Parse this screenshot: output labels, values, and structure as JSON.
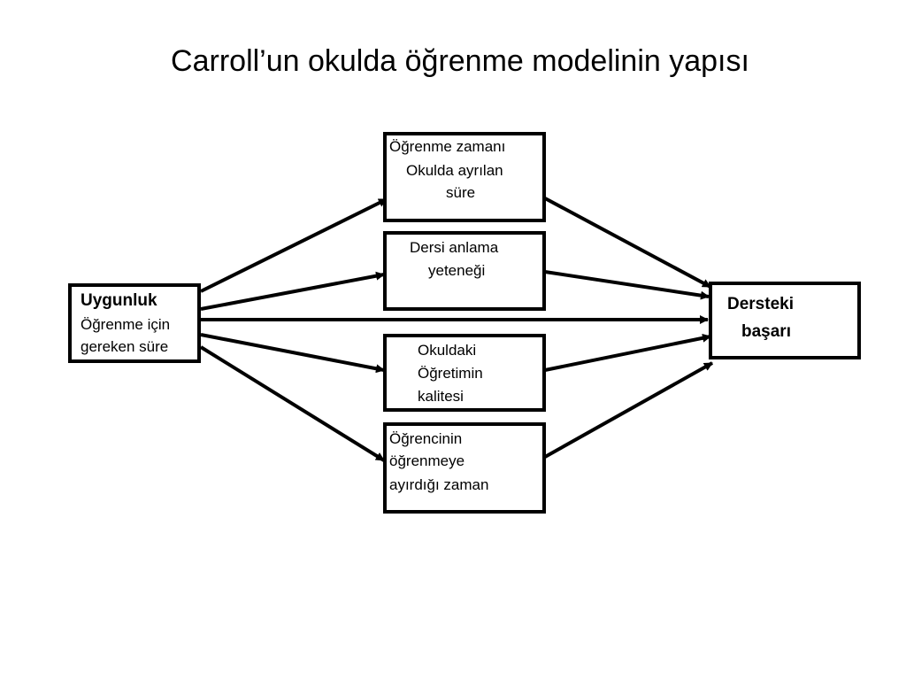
{
  "title": "Carroll’un okulda öğrenme modelinin yapısı",
  "source_box": {
    "heading": "Uygunluk",
    "lines": [
      "Öğrenme için",
      "gereken süre"
    ]
  },
  "middle_boxes": [
    {
      "id": "time-allowed",
      "lines": [
        "Öğrenme zamanı",
        "Okulda ayrılan",
        "süre"
      ]
    },
    {
      "id": "ability",
      "lines": [
        "Dersi anlama",
        "yeteneği"
      ]
    },
    {
      "id": "instruction-quality",
      "lines": [
        "Okuldaki",
        "Öğretimin",
        "kalitesi"
      ]
    },
    {
      "id": "perseverance",
      "lines": [
        "Öğrencinin",
        "öğrenmeye",
        "ayırdığı zaman"
      ]
    }
  ],
  "target_box": {
    "lines": [
      "Dersteki",
      "başarı"
    ]
  }
}
